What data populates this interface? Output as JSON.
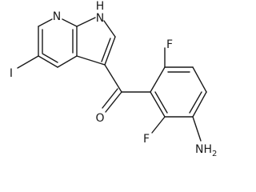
{
  "structure": {
    "atoms": {
      "n_pyridine": "N",
      "nh_pyrrole": "H",
      "nh_pyrrole_n": "N",
      "iodine": "I",
      "oxygen": "O",
      "fluorine_top": "F",
      "fluorine_bottom": "F",
      "amine_n": "NH",
      "amine_sub": "2"
    }
  }
}
